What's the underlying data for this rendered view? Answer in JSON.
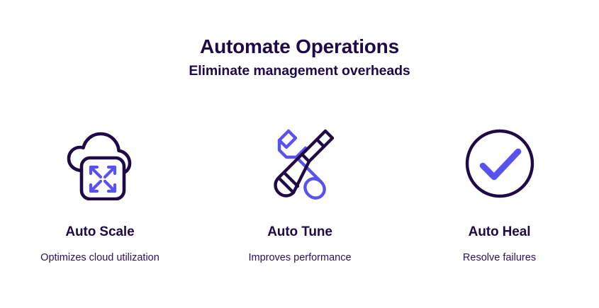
{
  "page": {
    "background": "#ffffff"
  },
  "colors": {
    "dark": "#1d0a47",
    "dark_text": "#2a1060",
    "accent": "#5a52f0"
  },
  "header": {
    "title": "Automate Operations",
    "subtitle": "Eliminate management overheads"
  },
  "features": [
    {
      "icon": "cloud-autoscale-icon",
      "title": "Auto Scale",
      "description": "Optimizes cloud utilization"
    },
    {
      "icon": "wrench-screwdriver-icon",
      "title": "Auto Tune",
      "description": "Improves performance"
    },
    {
      "icon": "check-circle-icon",
      "title": "Auto Heal",
      "description": "Resolve failures"
    }
  ]
}
